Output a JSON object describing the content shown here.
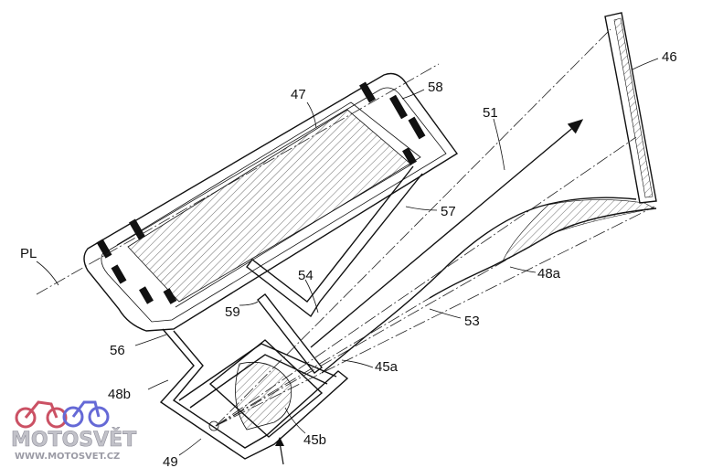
{
  "labels": {
    "l46": "46",
    "l47": "47",
    "l58": "58",
    "l51": "51",
    "l57": "57",
    "lPL": "PL",
    "l54": "54",
    "l48a": "48a",
    "l59": "59",
    "l53": "53",
    "l56": "56",
    "l45a": "45a",
    "l48b": "48b",
    "l45b": "45b",
    "l49": "49"
  },
  "watermark": {
    "brand": "MOTOSVĚT",
    "url": "WWW.MOTOSVET.CZ"
  }
}
